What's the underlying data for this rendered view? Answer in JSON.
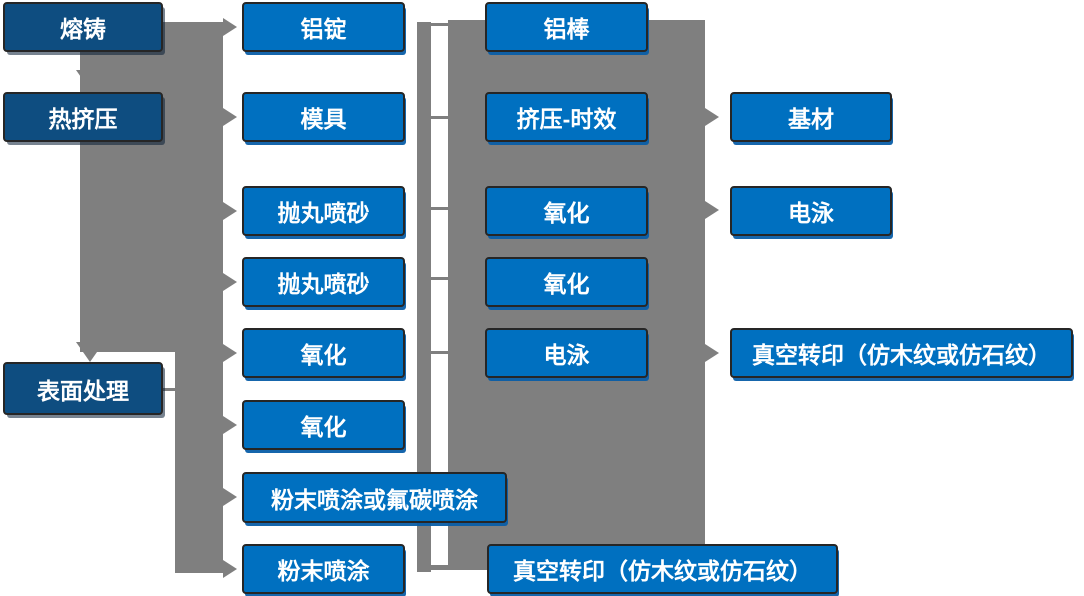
{
  "palette": {
    "node_blue": "#0070C0",
    "node_navy": "#0E4D80",
    "connector_gray": "#7F7F7F",
    "node_border": "#262626",
    "node_text": "#FFFFFF"
  },
  "columns": {
    "stage": {
      "items": [
        "熔铸",
        "热挤压",
        "表面处理"
      ]
    },
    "process": {
      "items": [
        "铝锭",
        "模具",
        "抛丸喷砂",
        "抛丸喷砂",
        "氧化",
        "氧化",
        "粉末喷涂或氟碳喷涂",
        "粉末喷涂"
      ]
    },
    "flow": {
      "items": [
        "铝棒",
        "挤压-时效",
        "氧化",
        "氧化",
        "电泳",
        "真空转印（仿木纹或仿石纹）"
      ]
    },
    "output": {
      "items": [
        "基材",
        "电泳",
        "真空转印（仿木纹或仿石纹）"
      ]
    }
  }
}
